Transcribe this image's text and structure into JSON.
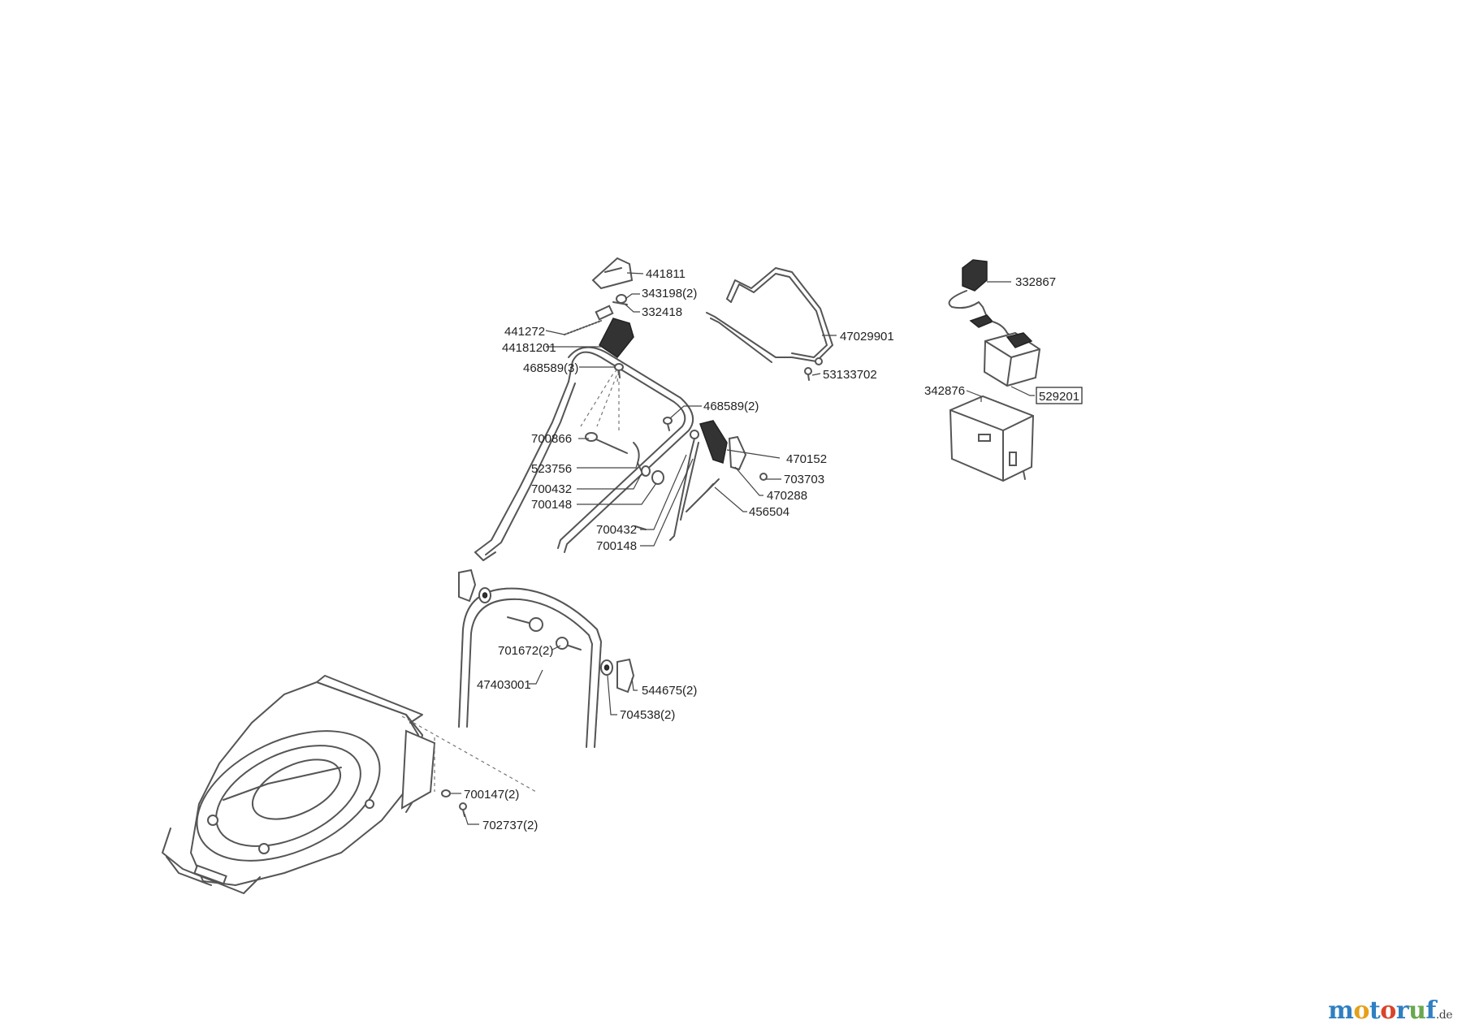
{
  "parts": {
    "p441811": "441811",
    "p343198": "343198(2)",
    "p332418": "332418",
    "p441272": "441272",
    "p44181201": "44181201",
    "p468589_3": "468589(3)",
    "p47029901": "47029901",
    "p53133702": "53133702",
    "p468589_2": "468589(2)",
    "p470152": "470152",
    "p700866": "700866",
    "p523756": "523756",
    "p700432_a": "700432",
    "p700148_a": "700148",
    "p703703": "703703",
    "p470288": "470288",
    "p456504": "456504",
    "p700432_b": "700432",
    "p700148_b": "700148",
    "p701672": "701672(2)",
    "p47403001": "47403001",
    "p544675": "544675(2)",
    "p704538": "704538(2)",
    "p700147": "700147(2)",
    "p702737": "702737(2)",
    "p332867": "332867",
    "p342876": "342876",
    "p529201": "529201"
  },
  "watermark": {
    "parts": [
      {
        "text": "m",
        "color": "#2f7fc1"
      },
      {
        "text": "o",
        "color": "#e5a01b"
      },
      {
        "text": "t",
        "color": "#2f7fc1"
      },
      {
        "text": "o",
        "color": "#d9442a"
      },
      {
        "text": "r",
        "color": "#2f7fc1"
      },
      {
        "text": "u",
        "color": "#6aa84f"
      },
      {
        "text": "f",
        "color": "#2f7fc1"
      }
    ],
    "tld": ".de"
  }
}
